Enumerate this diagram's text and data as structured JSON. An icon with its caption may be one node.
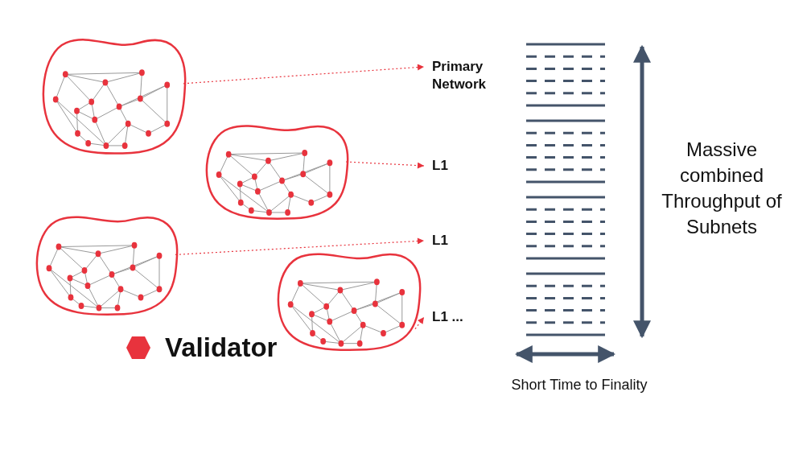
{
  "diagram": {
    "nodes": [
      {
        "text": [],
        "shape": "cloud"
      },
      {
        "text": [],
        "shape": "cloud"
      },
      {
        "text": [],
        "shape": "cloud"
      },
      {
        "text": [],
        "shape": "cloud"
      },
      {
        "text": [
          "Primary Network"
        ]
      },
      {
        "text": [
          "L1"
        ]
      },
      {
        "text": [
          "L1"
        ]
      },
      {
        "text": [
          "L1 ..."
        ]
      }
    ],
    "edges": [
      {
        "from": 0,
        "to": 4,
        "arrow": "to",
        "style": "dashed"
      },
      {
        "from": 1,
        "to": 5,
        "arrow": "to",
        "style": "dashed"
      },
      {
        "from": 2,
        "to": 6,
        "arrow": "to",
        "style": "dashed"
      },
      {
        "from": 3,
        "to": 7,
        "arrow": "to",
        "style": "dashed"
      }
    ],
    "labels": [
      "Massive combined Throughput of Subnets",
      "Short Time to Finality"
    ],
    "legend": [
      {
        "text": "Validator"
      }
    ]
  }
}
